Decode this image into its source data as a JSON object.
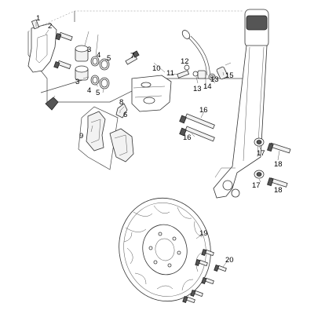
{
  "diagram": {
    "callouts": [
      {
        "id": "c1",
        "text": "1"
      },
      {
        "id": "c2",
        "text": "2"
      },
      {
        "id": "c3a",
        "text": "3"
      },
      {
        "id": "c3b",
        "text": "3"
      },
      {
        "id": "c4a",
        "text": "4"
      },
      {
        "id": "c4b",
        "text": "4"
      },
      {
        "id": "c5a",
        "text": "5"
      },
      {
        "id": "c5b",
        "text": "5"
      },
      {
        "id": "c6",
        "text": "6"
      },
      {
        "id": "c7",
        "text": "7"
      },
      {
        "id": "c8",
        "text": "8"
      },
      {
        "id": "c9",
        "text": "9"
      },
      {
        "id": "c10",
        "text": "10"
      },
      {
        "id": "c11",
        "text": "11"
      },
      {
        "id": "c12",
        "text": "12"
      },
      {
        "id": "c13a",
        "text": "13"
      },
      {
        "id": "c13b",
        "text": "13"
      },
      {
        "id": "c14",
        "text": "14"
      },
      {
        "id": "c15",
        "text": "15"
      },
      {
        "id": "c16a",
        "text": "16"
      },
      {
        "id": "c16b",
        "text": "16"
      },
      {
        "id": "c17a",
        "text": "17"
      },
      {
        "id": "c17b",
        "text": "17"
      },
      {
        "id": "c18a",
        "text": "18"
      },
      {
        "id": "c18b",
        "text": "18"
      },
      {
        "id": "c19",
        "text": "19"
      },
      {
        "id": "c20",
        "text": "20"
      }
    ]
  }
}
